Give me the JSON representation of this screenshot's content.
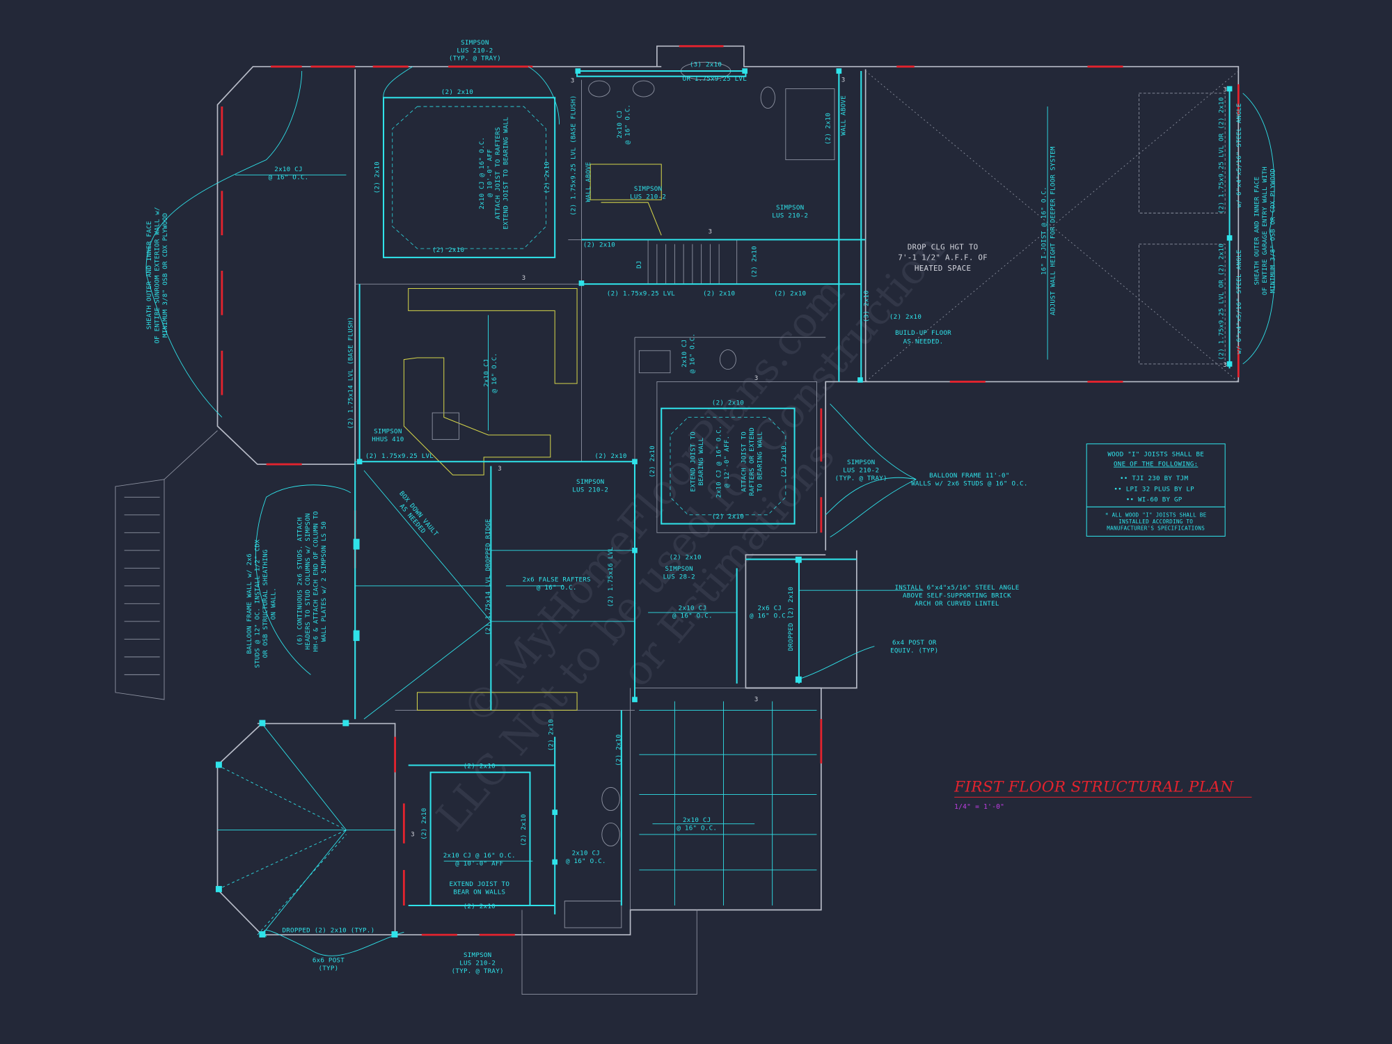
{
  "title": "FIRST FLOOR STRUCTURAL PLAN",
  "scale": "1/4\" = 1'-0\"",
  "watermark": [
    "© MyHomeFloorPlans.com",
    "LLC Not to be used for Construction",
    "or Estimations"
  ],
  "colors": {
    "background": "#232838",
    "walls": "#b9bdc9",
    "structure": "#2fe3ea",
    "windows": "#e3232e",
    "cabinets": "#d6d64a",
    "title": "#e3232e",
    "scale": "#c13ee6"
  },
  "joist_note": {
    "heading": [
      "WOOD \"I\" JOISTS SHALL BE",
      "ONE OF THE FOLLOWING:"
    ],
    "items": [
      "•• TJI 230 BY TJM",
      "•• LPI 32 PLUS BY LP",
      "•• WI-60 BY GP"
    ],
    "footer": [
      "* ALL WOOD \"I\" JOISTS SHALL BE",
      "INSTALLED ACCORDING TO",
      "MANUFACTURER'S SPECIFICATIONS"
    ]
  },
  "labels": {
    "simpson_top": [
      "SIMPSON",
      "LUS 210-2",
      "(TYP. @ TRAY)"
    ],
    "bath_beam": [
      "(3) 2x10",
      "OR 1.75x9.25 LVL"
    ],
    "tray_top": "(2) 2x10",
    "sunroom_cj": [
      "2x10 CJ",
      "@ 16\" O.C."
    ],
    "sunroom_sheath": [
      "SHEATH OUTER AND INNER FACE",
      "OF ENTIRE SUNROOM EXTERIOR WALL w/",
      "MINIMUM 3/8\" OSB OR CDX PLYWOOD"
    ],
    "tray_left": "(2) 2x10",
    "tray_right": "(2) 2x10",
    "tray_cj": [
      "2x10 CJ @ 16\" O.C.",
      "@ 10'-0\" AFF",
      "ATTACH JOIST TO RAFTERS",
      "EXTEND JOIST TO BEARING WALL"
    ],
    "tray_bottom": "(2) 2x10",
    "lvl_flush": "(2) 1.75x9.25 LVL (BASE FLUSH)",
    "bath_cj": [
      "2x10 CJ",
      "@ 16\" O.C."
    ],
    "wall_above_1": "WALL ABOVE",
    "simpson_bath": [
      "SIMPSON",
      "LUS 210-2"
    ],
    "stair_2x10": "(2) 2x10",
    "dj": "DJ",
    "simpson_closet": [
      "SIMPSON",
      "LUS 210-2"
    ],
    "closet_2x10": "(2) 2x10",
    "wall_above_2": "WALL ABOVE",
    "drop_clg": [
      "DROP CLG HGT TO",
      "7'-1 1/2\" A.F.F. OF",
      "HEATED SPACE"
    ],
    "buildup_2x10": "(2) 2x10",
    "buildup": [
      "BUILD-UP FLOOR",
      "AS NEEDED."
    ],
    "garage_joist": [
      "16\" I-JOIST @ 16\" O.C.",
      "ADJUST WALL HEIGHT FOR DEEPER FLOOR SYSTEM"
    ],
    "garage_hdr_1": [
      "(2) 1.75x9.25 LVL OR (2) 2x10",
      "w/ 6\"x4\"x5/16\" STEEL ANGLE"
    ],
    "garage_hdr_2": [
      "(2) 1.75x9.25 LVL OR (2) 2x10",
      "w/ 6\"x4\"x5/16\" STEEL ANGLE"
    ],
    "garage_sheath": [
      "SHEATH OUTER AND INNER FACE",
      "OF ENTIRE GARAGE ENTRY WALL WITH",
      "MINIMUM 3/8\" OSB OR CDX PLYWOOD"
    ],
    "lvl_mid": "(2) 1.75x9.25 LVL",
    "mid_2x10_a": "(2) 2x10",
    "mid_2x10_b": "(2) 2x10",
    "stair_beam": "(2) 2x10",
    "closet_3x10": "(3) 2x10",
    "kitchen_cj": [
      "2x10 CJ",
      "@ 16\" O.C."
    ],
    "lvl_14_flush": "(2) 1.75x14 LVL (BASE FLUSH)",
    "simpson_hhus": [
      "SIMPSON",
      "HHUS 410"
    ],
    "lvl_kitchen": "(2) 1.75x9.25 LVL",
    "powder_cj": [
      "2x10 CJ",
      "@ 16\" O.C."
    ],
    "tray2_top": "(2) 2x10",
    "tray2_extend": [
      "EXTEND JOIST TO",
      "BEARING WALL"
    ],
    "tray2_cj": [
      "2x10 CJ @ 16\" O.C.",
      "@ 12'-0\" AFF."
    ],
    "tray2_attach": [
      "ATTACH JOIST TO",
      "RAFTERS OR EXTEND",
      "TO BEARING WALL"
    ],
    "tray2_right": "(2) 2x10",
    "tray2_left": "(2) 2x10",
    "tray2_bottom": "(2) 2x10",
    "hall_2x10": "(2) 2x10",
    "simpson_hall": [
      "SIMPSON",
      "LUS 210-2"
    ],
    "simpson_tray2": [
      "SIMPSON",
      "LUS 210-2",
      "(TYP. @ TRAY)"
    ],
    "balloon_right": [
      "BALLOON FRAME 11'-0\"",
      "WALLS w/ 2x6 STUDS @ 16\" O.C."
    ],
    "box_down": [
      "BOX DOWN VAULT",
      "AS NEEDED"
    ],
    "dropped_ridge": "(2) 1.75x14 LVL DROPPED RIDGE",
    "false_rafters": [
      "2x6 FALSE RAFTERS",
      "@ 16\" O.C."
    ],
    "lvl_16": "(2) 1.75x16 LVL",
    "simpson_28": [
      "SIMPSON",
      "LUS 28-2"
    ],
    "small_2x10": "(2) 2x10",
    "hall_cj": [
      "2x10 CJ",
      "@ 16\" O.C."
    ],
    "vest_cj": [
      "2x6 CJ",
      "@ 16\" O.C."
    ],
    "dropped_vest": "DROPPED (2) 2x10",
    "steel_angle": [
      "INSTALL 6\"x4\"x5/16\" STEEL ANGLE",
      "ABOVE SELF-SUPPORTING BRICK",
      "ARCH OR CURVED LINTEL"
    ],
    "post_6x4": [
      "6x4 POST OR",
      "EQUIV. (TYP)"
    ],
    "balloon_left": [
      "BALLOON FRAME WALL w/ 2x6",
      "STUDS @ 12\" OC. INSTALL 1/2\" CDX",
      "OR OSB STRUCTURAL SHEATHING",
      "ON WALL."
    ],
    "stud_columns": [
      "(6) CONTINUOUS 2x6 STUDS. ATTACH",
      "HEADERS TO STUD COLUMNS w/ SIMPSON",
      "HH-6 & ATTACH EACH END OF COLUMN TO",
      "WALL PLATES w/ 2 SIMPSON LS 50"
    ],
    "mb_top": "(2) 2x10",
    "mb_left": "(2) 2x10",
    "mb_right": "(2) 2x10",
    "mb_cj": [
      "2x10 CJ @ 16\" O.C.",
      "@ 10'-0\" AFF"
    ],
    "mb_extend": [
      "EXTEND JOIST TO",
      "BEAR ON WALLS"
    ],
    "mb_bottom": "(2) 2x10",
    "closet_a": "(2) 2x10",
    "closet_b": "(2) 2x10",
    "bath2_cj": [
      "2x10 CJ",
      "@ 16\" O.C."
    ],
    "porch_cj": [
      "2x10 CJ",
      "@ 16\" O.C."
    ],
    "dropped_oct": "DROPPED (2) 2x10 (TYP.)",
    "post_6x6": [
      "6x6 POST",
      "(TYP)"
    ],
    "simpson_bottom": [
      "SIMPSON",
      "LUS 210-2",
      "(TYP. @ TRAY)"
    ],
    "marker": "3"
  }
}
